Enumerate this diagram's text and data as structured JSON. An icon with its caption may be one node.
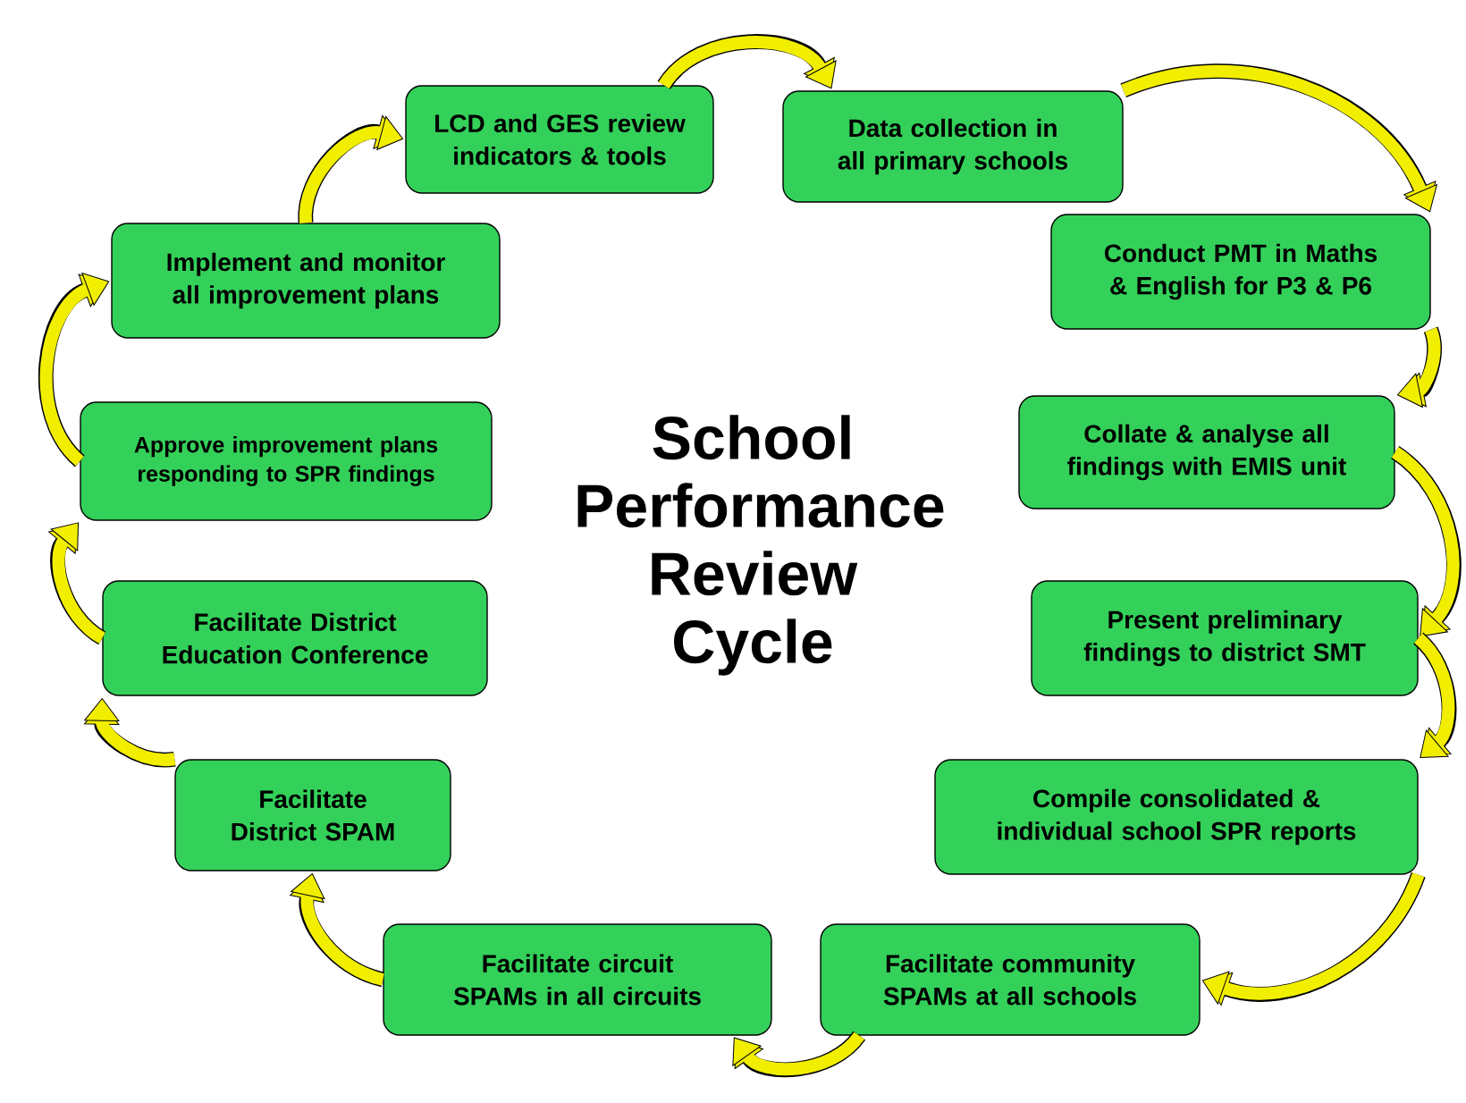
{
  "diagram": {
    "title": "School Performance Review Cycle",
    "nodes": [
      {
        "text": [
          "LCD and GES review indicators & tools"
        ]
      },
      {
        "text": [
          "Data collection in all primary schools"
        ]
      },
      {
        "text": [
          "Conduct PMT in Maths & English for P3 & P6"
        ]
      },
      {
        "text": [
          "Collate & analyse all findings with EMIS unit"
        ]
      },
      {
        "text": [
          "Present preliminary findings to district SMT"
        ]
      },
      {
        "text": [
          "Compile consolidated & individual school SPR reports"
        ]
      },
      {
        "text": [
          "Facilitate community SPAMs at all schools"
        ]
      },
      {
        "text": [
          "Facilitate circuit SPAMs in all circuits"
        ]
      },
      {
        "text": [
          "Facilitate District SPAM"
        ]
      },
      {
        "text": [
          "Facilitate District Education Conference"
        ]
      },
      {
        "text": [
          "Approve improvement plans responding to SPR findings"
        ]
      },
      {
        "text": [
          "Implement and monitor all improvement plans"
        ]
      }
    ],
    "edges": [
      {
        "from": 0,
        "to": 1,
        "arrow": "to"
      },
      {
        "from": 1,
        "to": 2,
        "arrow": "to"
      },
      {
        "from": 2,
        "to": 3,
        "arrow": "to"
      },
      {
        "from": 3,
        "to": 4,
        "arrow": "to"
      },
      {
        "from": 4,
        "to": 5,
        "arrow": "to"
      },
      {
        "from": 5,
        "to": 6,
        "arrow": "to"
      },
      {
        "from": 6,
        "to": 7,
        "arrow": "to"
      },
      {
        "from": 7,
        "to": 8,
        "arrow": "to"
      },
      {
        "from": 8,
        "to": 9,
        "arrow": "to"
      },
      {
        "from": 9,
        "to": 10,
        "arrow": "to"
      },
      {
        "from": 10,
        "to": 11,
        "arrow": "to"
      },
      {
        "from": 11,
        "to": 0,
        "arrow": "to"
      }
    ]
  }
}
